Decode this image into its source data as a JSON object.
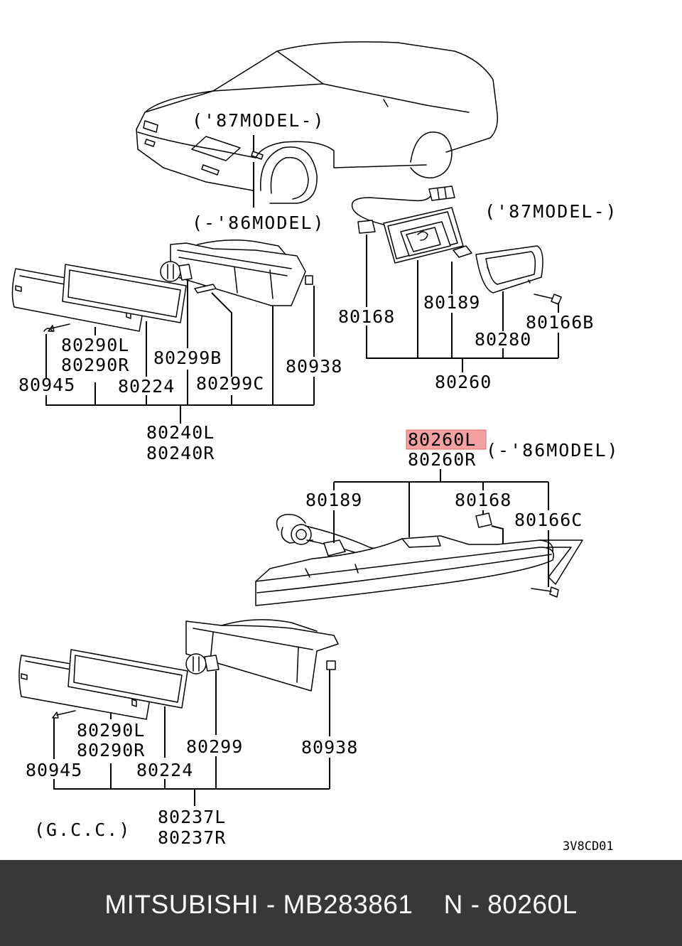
{
  "diagram": {
    "labels": {
      "model_87_top": "('87MODEL-)",
      "model_86_top": "(-'86MODEL)",
      "model_87_right": "('87MODEL-)",
      "model_86_right": "(-'86MODEL)",
      "p80290L_a": "80290L",
      "p80290R_a": "80290R",
      "p80945_a": "80945",
      "p80224_a": "80224",
      "p80299B": "80299B",
      "p80299C": "80299C",
      "p80938_a": "80938",
      "p80240L": "80240L",
      "p80240R": "80240R",
      "p80168_a": "80168",
      "p80189_a": "80189",
      "p80166B": "80166B",
      "p80280": "80280",
      "p80260": "80260",
      "p80260L": "80260L",
      "p80260R": "80260R",
      "p80189_b": "80189",
      "p80168_b": "80168",
      "p80166C": "80166C",
      "p80290L_b": "80290L",
      "p80290R_b": "80290R",
      "p80945_b": "80945",
      "p80224_b": "80224",
      "p80299": "80299",
      "p80938_b": "80938",
      "p80237L": "80237L",
      "p80237R": "80237R",
      "gcc": "(G.C.C.)",
      "diagram_code": "3V8CD01"
    },
    "highlight_part": "80260L",
    "highlight_color": "#f4a0a0"
  },
  "footer": {
    "text": "MITSUBISHI - MB283861    N - 80260L",
    "background": "#383838"
  }
}
